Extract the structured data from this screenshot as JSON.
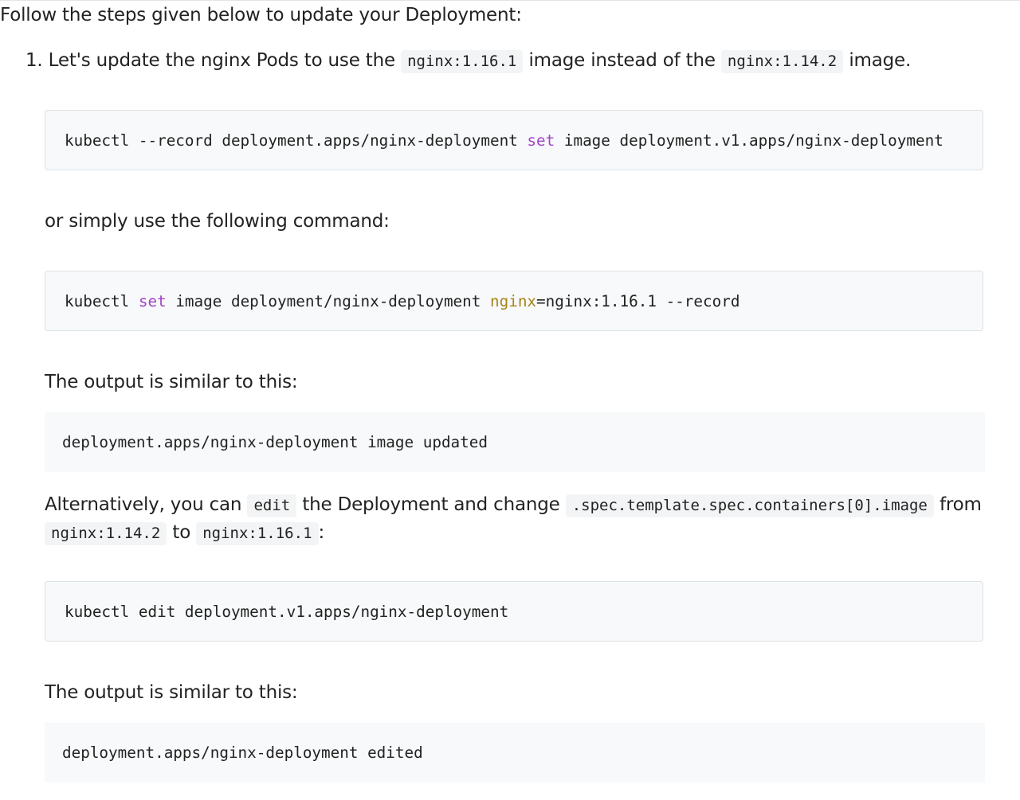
{
  "intro": "Follow the steps given below to update your Deployment:",
  "step1": {
    "number": "1.",
    "text_a": "Let's update the nginx Pods to use the",
    "code_a": "nginx:1.16.1",
    "text_b": "image instead of the",
    "code_b": "nginx:1.14.2",
    "text_c": "image."
  },
  "cmd1": {
    "part1": "kubectl --record deployment.apps/nginx-deployment ",
    "keyword": "set",
    "part2": " image deployment.v1.apps/nginx-deployment"
  },
  "or_text": "or simply use the following command:",
  "cmd2": {
    "part1": "kubectl ",
    "keyword": "set",
    "part2": " image deployment/nginx-deployment ",
    "attr": "nginx",
    "part3": "=nginx:1.16.1 --record"
  },
  "output_label_1": "The output is similar to this:",
  "output1": "deployment.apps/nginx-deployment image updated",
  "alt": {
    "text_a": "Alternatively, you can",
    "code_a": "edit",
    "text_b": "the Deployment and change",
    "code_b": ".spec.template.spec.containers[0].image",
    "text_c": "from",
    "code_c": "nginx:1.14.2",
    "text_d": "to",
    "code_d": "nginx:1.16.1",
    "text_e": ":"
  },
  "cmd3": "kubectl edit deployment.v1.apps/nginx-deployment",
  "output_label_2": "The output is similar to this:",
  "output2": "deployment.apps/nginx-deployment edited",
  "colors": {
    "keyword": "#a244c9",
    "attribute": "#a6841b",
    "code_background": "#f7f9fa"
  }
}
